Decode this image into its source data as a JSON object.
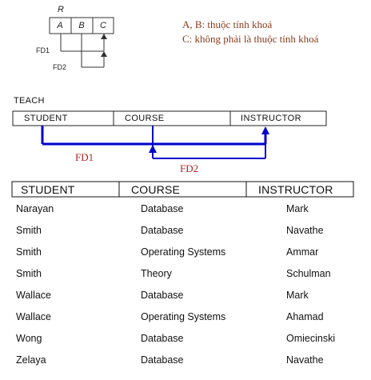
{
  "schema_diagram": {
    "relation_label": "R",
    "attributes": [
      "A",
      "B",
      "C"
    ],
    "fd1_label": "FD1",
    "fd2_label": "FD2"
  },
  "notes": {
    "line1": "A, B: thuộc tính khoá",
    "line2": "C: không phải là thuộc tính khoá"
  },
  "teach": {
    "title": "TEACH",
    "columns": [
      "STUDENT",
      "COURSE",
      "INSTRUCTOR"
    ],
    "fd1_label": "FD1",
    "fd2_label": "FD2"
  },
  "table": {
    "headers": [
      "STUDENT",
      "COURSE",
      "INSTRUCTOR"
    ],
    "rows": [
      [
        "Narayan",
        "Database",
        "Mark"
      ],
      [
        "Smith",
        "Database",
        "Navathe"
      ],
      [
        "Smith",
        "Operating Systems",
        "Ammar"
      ],
      [
        "Smith",
        "Theory",
        "Schulman"
      ],
      [
        "Wallace",
        "Database",
        "Mark"
      ],
      [
        "Wallace",
        "Operating Systems",
        "Ahamad"
      ],
      [
        "Wong",
        "Database",
        "Omiecinski"
      ],
      [
        "Zelaya",
        "Database",
        "Navathe"
      ]
    ]
  },
  "colors": {
    "fd_line": "#0000cc",
    "fd_text": "#b22222",
    "note_text": "#8b3a1a"
  }
}
